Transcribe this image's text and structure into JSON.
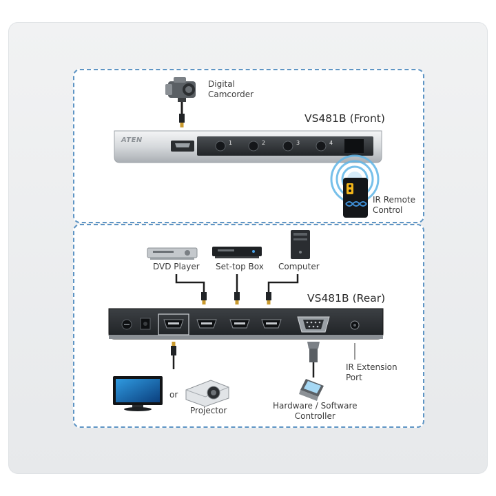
{
  "front": {
    "title": "VS481B (Front)",
    "logo": "ATEN",
    "port_numbers": [
      "1",
      "2",
      "3",
      "4"
    ],
    "camcorder_label": "Digital\nCamcorder",
    "ir_remote_label": "IR Remote\nControl"
  },
  "rear": {
    "title": "VS481B (Rear)",
    "dvd_label": "DVD Player",
    "settop_label": "Set-top Box",
    "computer_label": "Computer",
    "or_label": "or",
    "projector_label": "Projector",
    "controller_label": "Hardware / Software\nController",
    "ir_ext_label": "IR Extension\nPort"
  },
  "colors": {
    "dashed_border": "#5d94c4",
    "device_body": "#d9dcdf",
    "device_panel": "#2e3134",
    "ir_wave": "#5fb5e6",
    "remote_accent": "#f2b51a"
  },
  "icons": [
    "camcorder-icon",
    "ir-remote-icon",
    "dvd-player-icon",
    "settop-box-icon",
    "computer-icon",
    "tv-icon",
    "projector-icon",
    "controller-icon"
  ]
}
